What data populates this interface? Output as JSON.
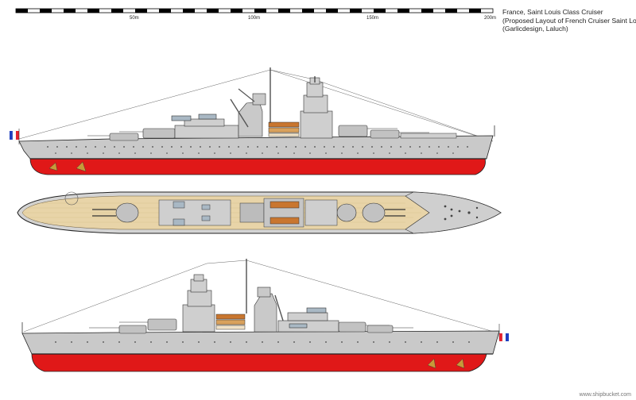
{
  "caption": {
    "line1": "France, Saint Louis Class Cruiser",
    "line2": "(Proposed Layout of French Cruiser Saint Louis)",
    "line3": "(Garlicdesign, Laluch)"
  },
  "scale_bar": {
    "labels": [
      "50m",
      "100m",
      "150m",
      "200m"
    ]
  },
  "watermark": "www.shipbucket.com",
  "colors": {
    "hull_grey": "#c9c9c9",
    "hull_red": "#e01818",
    "deck_wood": "#e8d4a8",
    "dark_grey": "#8e8e8e",
    "deck_grey": "#d4d4d4",
    "flag_blue": "#1f3fbf",
    "flag_red": "#e5222e"
  },
  "icons": {
    "flag": "french-flag-icon"
  }
}
